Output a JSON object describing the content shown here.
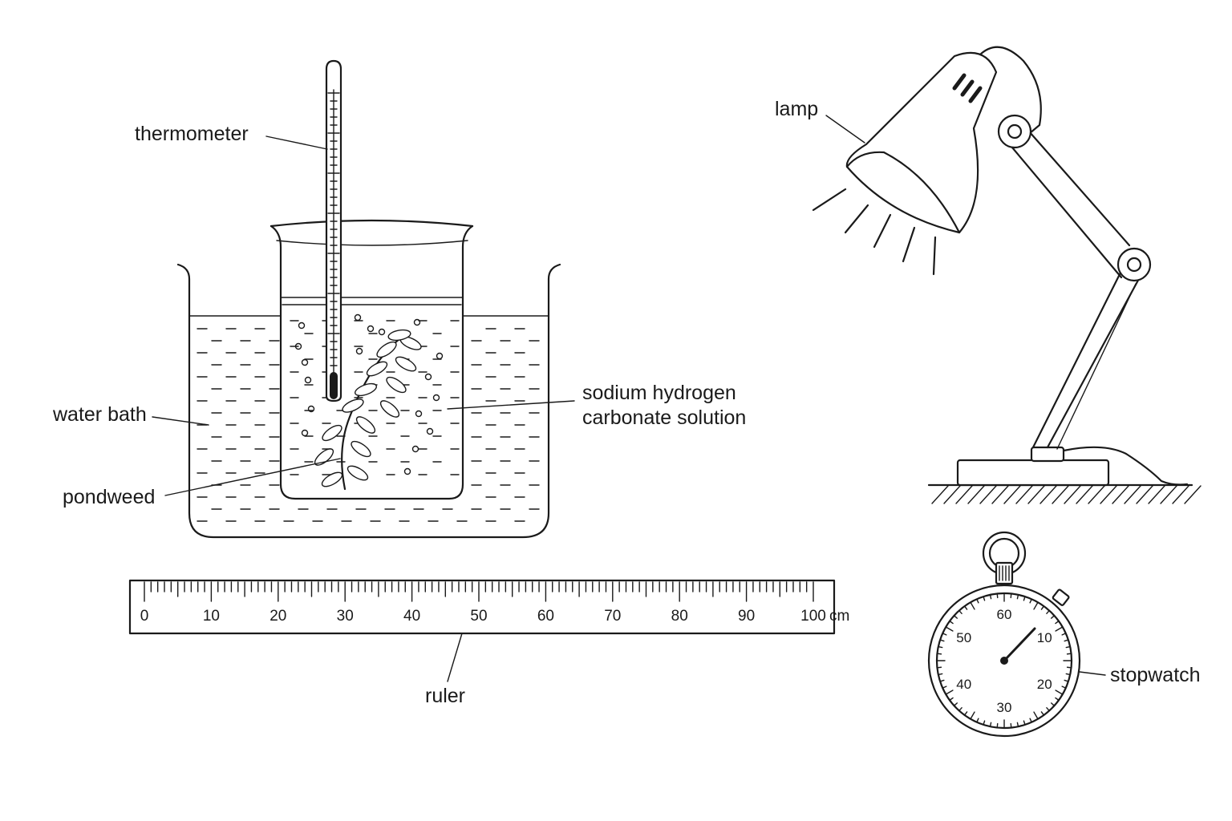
{
  "labels": {
    "thermometer": "thermometer",
    "water_bath": "water bath",
    "pondweed": "pondweed",
    "solution_line1": "sodium hydrogen",
    "solution_line2": "carbonate solution",
    "lamp": "lamp",
    "ruler": "ruler",
    "stopwatch": "stopwatch"
  },
  "ruler": {
    "numbers": [
      "0",
      "10",
      "20",
      "30",
      "40",
      "50",
      "60",
      "70",
      "80",
      "90",
      "100"
    ],
    "unit": "cm"
  },
  "stopwatch": {
    "dial_numbers": [
      "60",
      "10",
      "20",
      "30",
      "40",
      "50"
    ]
  },
  "icons": [
    "thermometer-icon",
    "beaker-icon",
    "water-bath-icon",
    "pondweed-icon",
    "desk-lamp-icon",
    "ruler-icon",
    "stopwatch-icon"
  ]
}
